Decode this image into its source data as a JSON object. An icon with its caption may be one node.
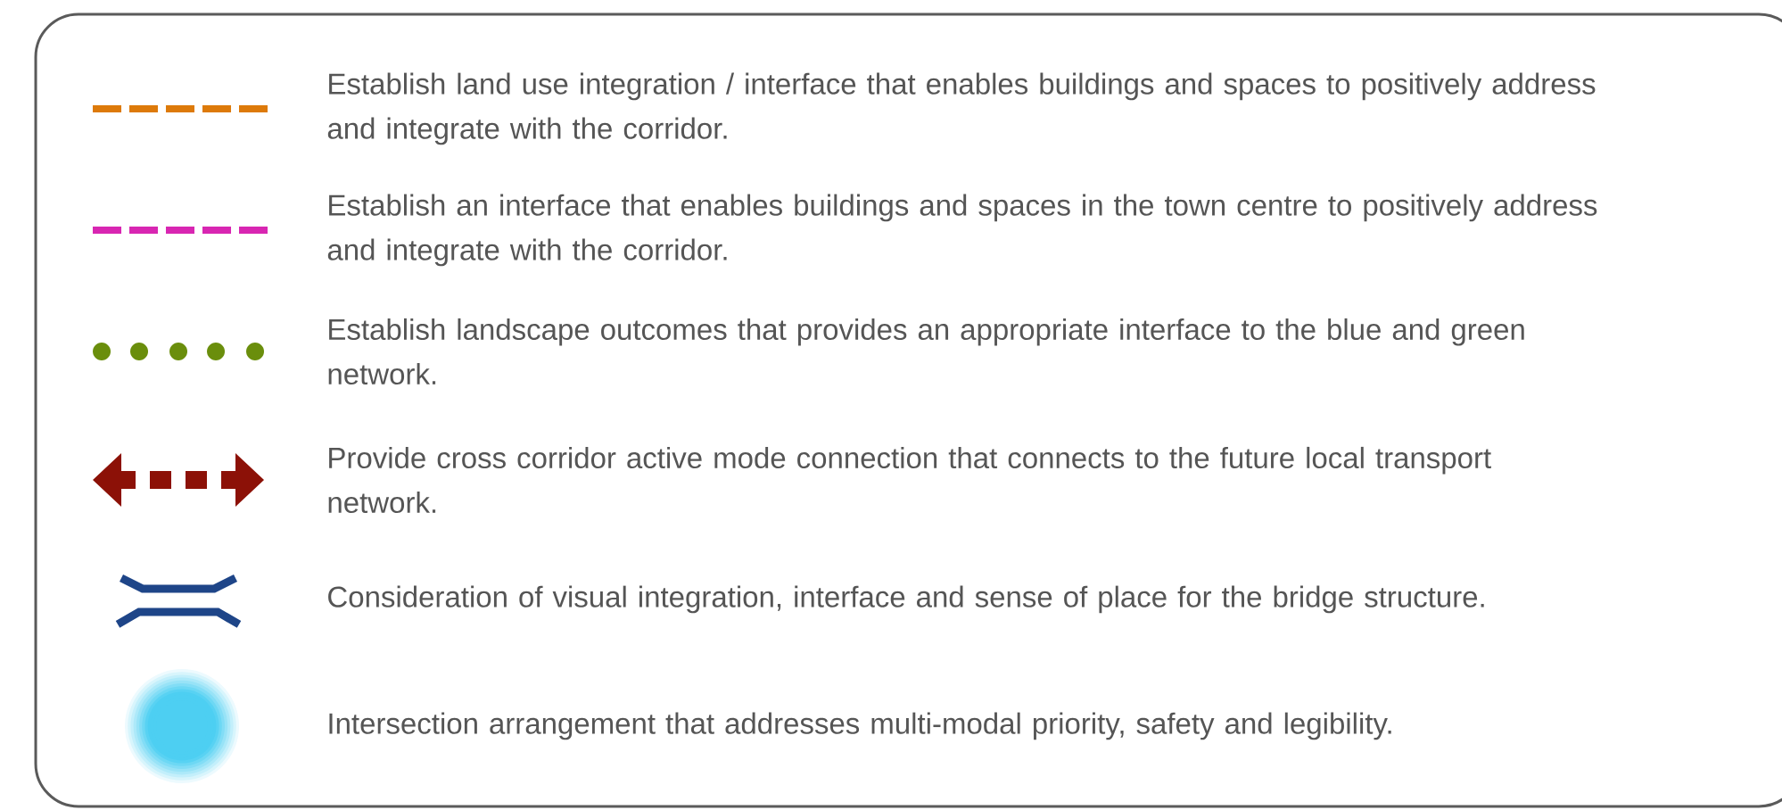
{
  "diagram": {
    "legend": [
      {
        "text": "Establish land use integration / interface that enables buildings and spaces to positively address and integrate with the corridor."
      },
      {
        "text": "Establish an interface that enables buildings and spaces in the town centre to positively address and integrate with the corridor."
      },
      {
        "text": "Establish landscape outcomes that provides an appropriate interface to the blue and green network."
      },
      {
        "text": "Provide cross corridor active mode connection that connects to the future local transport network."
      },
      {
        "text": "Consideration of visual integration, interface and sense of place for the bridge structure."
      },
      {
        "text": "Intersection arrangement that addresses multi-modal priority, safety and legibility."
      }
    ]
  }
}
